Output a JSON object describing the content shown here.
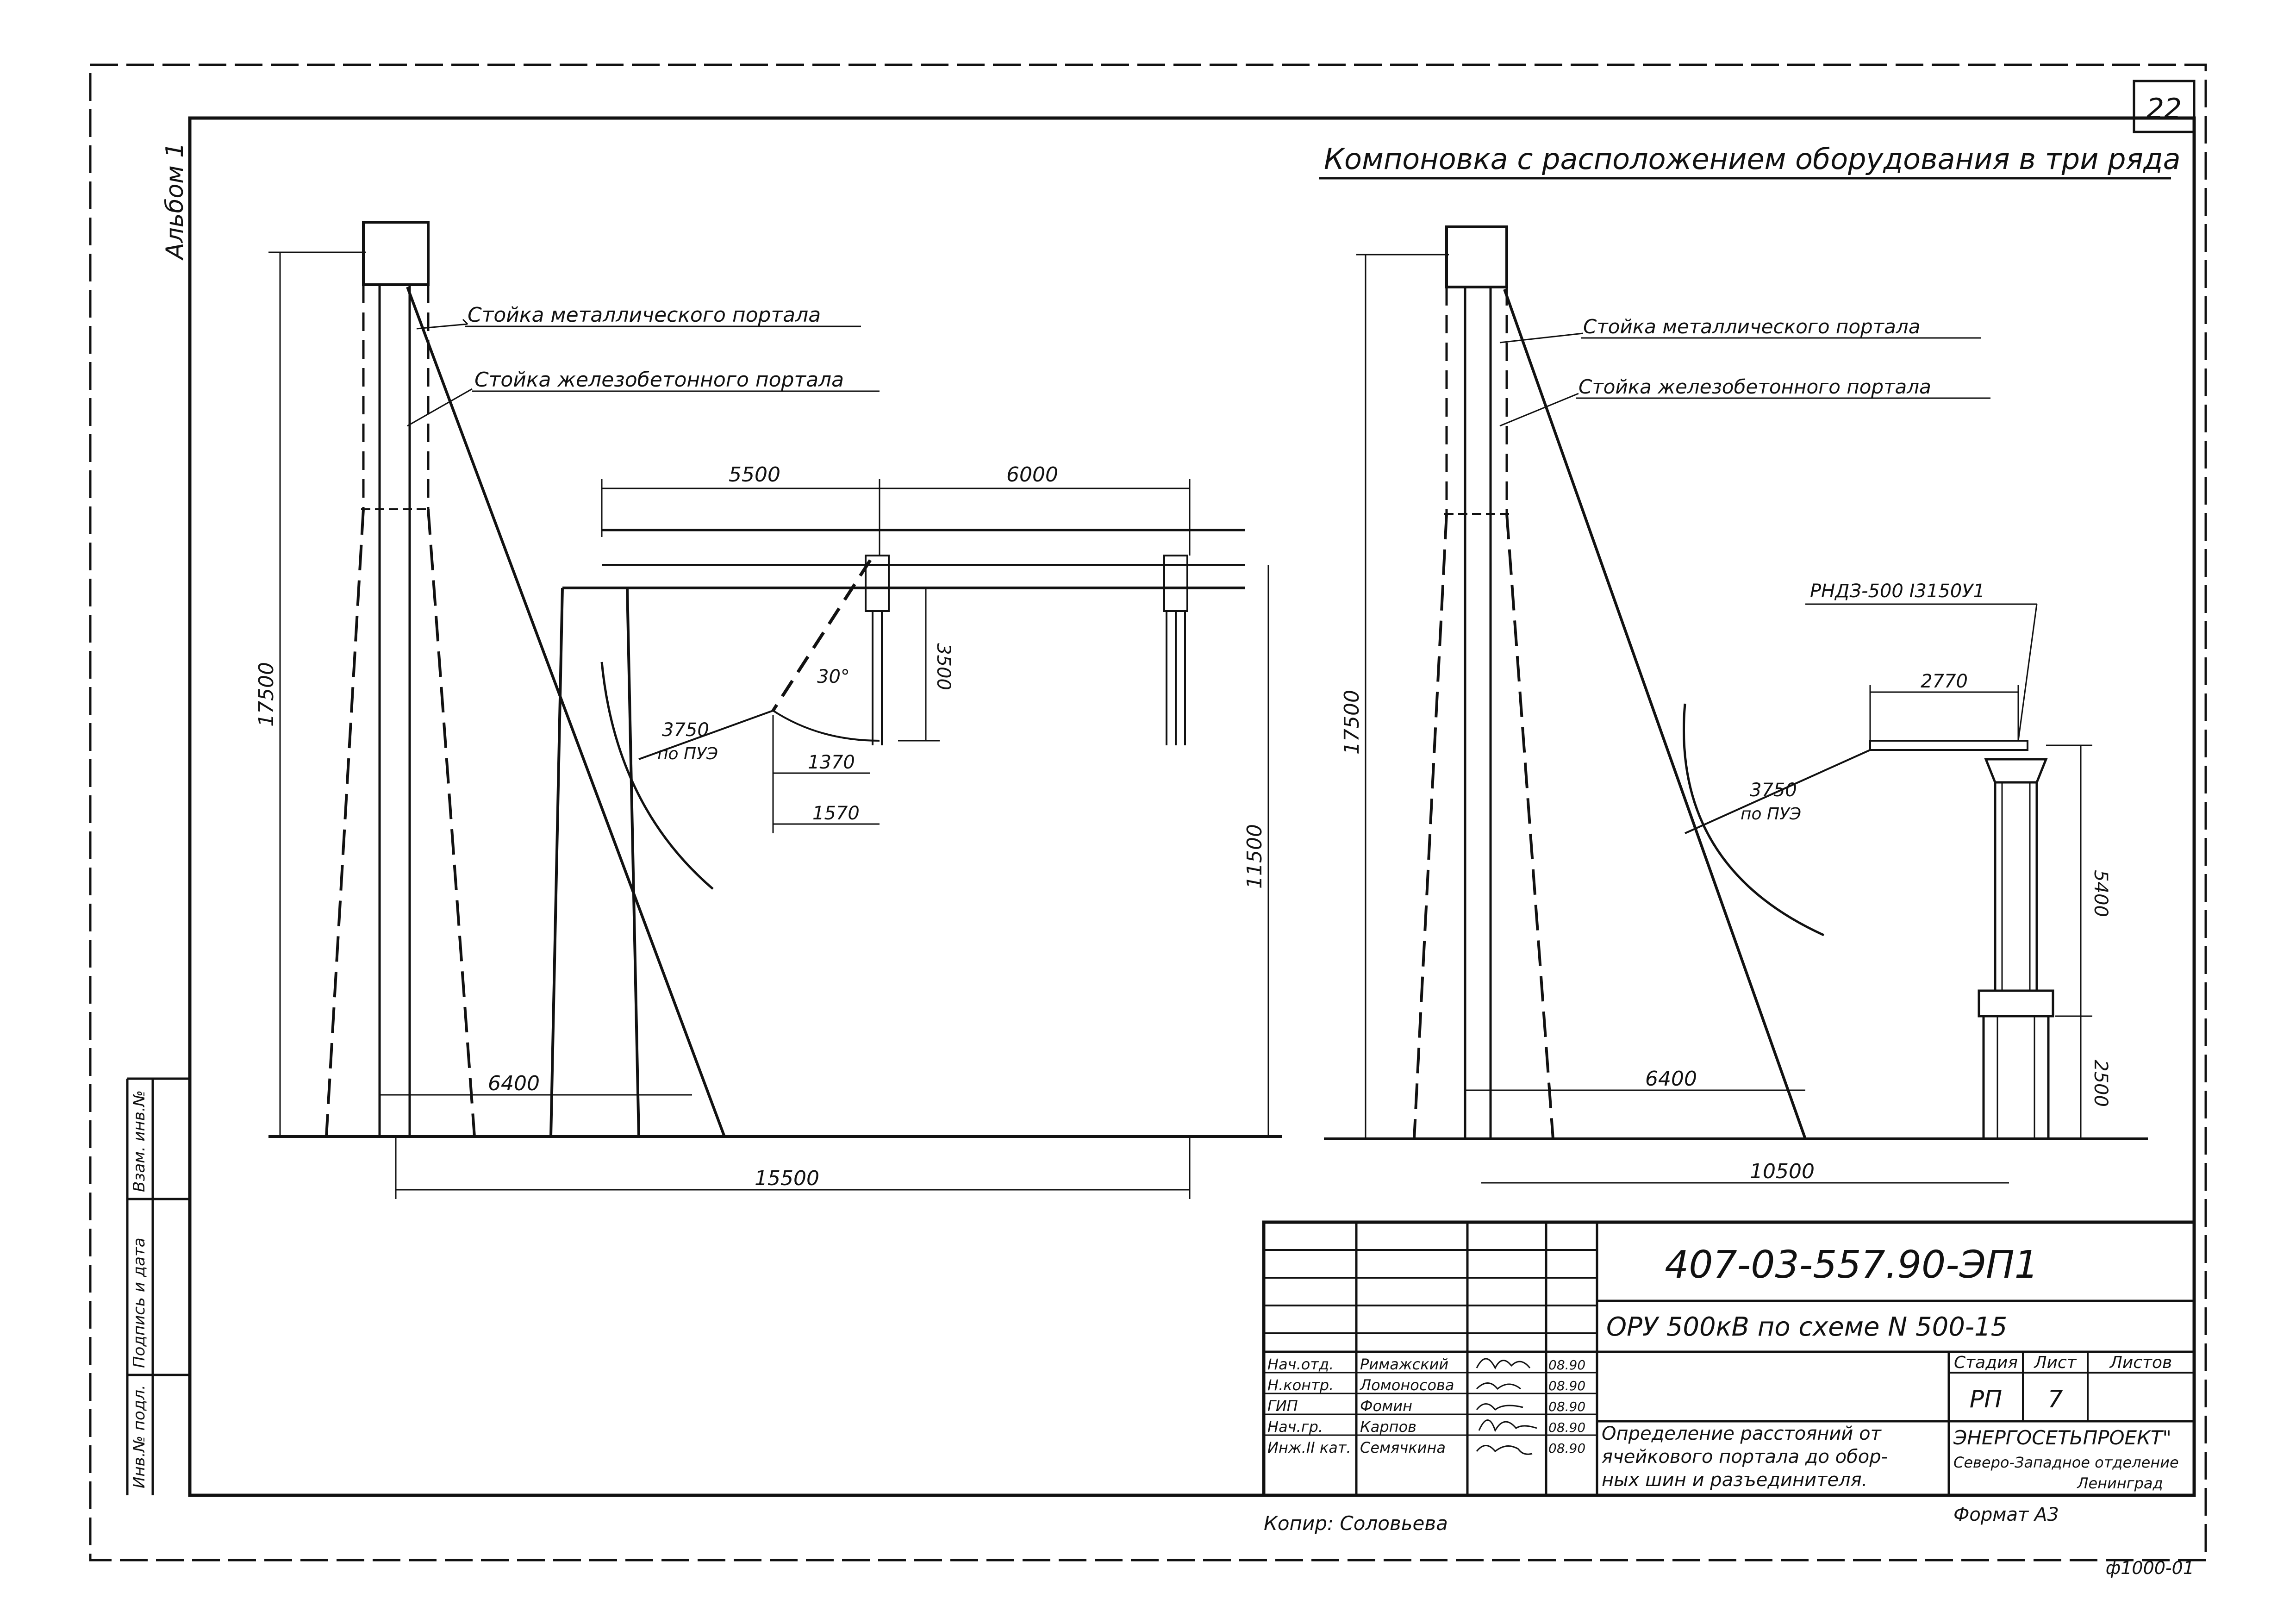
{
  "sheet_number": "22",
  "album": "Альбом 1",
  "main_title": "Компоновка с расположением оборудования в три ряда",
  "left_view": {
    "label_metal_post": "Стойка металлического портала",
    "label_concrete_post": "Стойка железобетонного портала",
    "dim_height": "17500",
    "dim_span_1": "5500",
    "dim_span_2": "6000",
    "dim_insulator": "3500",
    "dim_angle": "30°",
    "dim_radius": "3750",
    "dim_radius_note": "по ПУЭ",
    "dim_1370": "1370",
    "dim_1570": "1570",
    "dim_portal_height": "11500",
    "dim_6400": "6400",
    "dim_base": "15500"
  },
  "right_view": {
    "label_metal_post": "Стойка металлического портала",
    "label_concrete_post": "Стойка железобетонного портала",
    "equipment_label": "РНДЗ-500 I3150У1",
    "dim_height": "17500",
    "dim_2770": "2770",
    "dim_radius": "3750",
    "dim_radius_note": "по ПУЭ",
    "dim_5400": "5400",
    "dim_2500": "2500",
    "dim_6400": "6400",
    "dim_base": "10500"
  },
  "side_stamp": {
    "cell_1": "Инв.№ подл.",
    "cell_2": "Подпись и дата",
    "cell_3": "Взам. инв.№"
  },
  "title_block": {
    "doc_code": "407-03-557.90-ЭП1",
    "object": "ОРУ 500кВ по схеме N 500-15",
    "stage_header": "Стадия",
    "sheet_header": "Лист",
    "sheets_header": "Листов",
    "stage": "РП",
    "sheet": "7",
    "sheet_title_1": "Определение расстояний от",
    "sheet_title_2": "ячейкового портала до обор-",
    "sheet_title_3": "ных шин и разъединителя.",
    "org_1": "ЭНЕРГОСЕТЬПРОЕКТ\"",
    "org_2": "Северо-Западное отделение",
    "org_3": "Ленинград",
    "rows": [
      {
        "role": "Нач.отд.",
        "name": "Римажский",
        "date": "08.90"
      },
      {
        "role": "Н.контр.",
        "name": "Ломоносова",
        "date": "08.90"
      },
      {
        "role": "ГИП",
        "name": "Фомин",
        "date": "08.90"
      },
      {
        "role": "Нач.гр.",
        "name": "Карпов",
        "date": "08.90"
      },
      {
        "role": "Инж.II кат.",
        "name": "Семячкина",
        "date": "08.90"
      }
    ]
  },
  "copied_by": "Копир: Соловьева",
  "format": "Формат А3",
  "form_code": "ф1000-01"
}
